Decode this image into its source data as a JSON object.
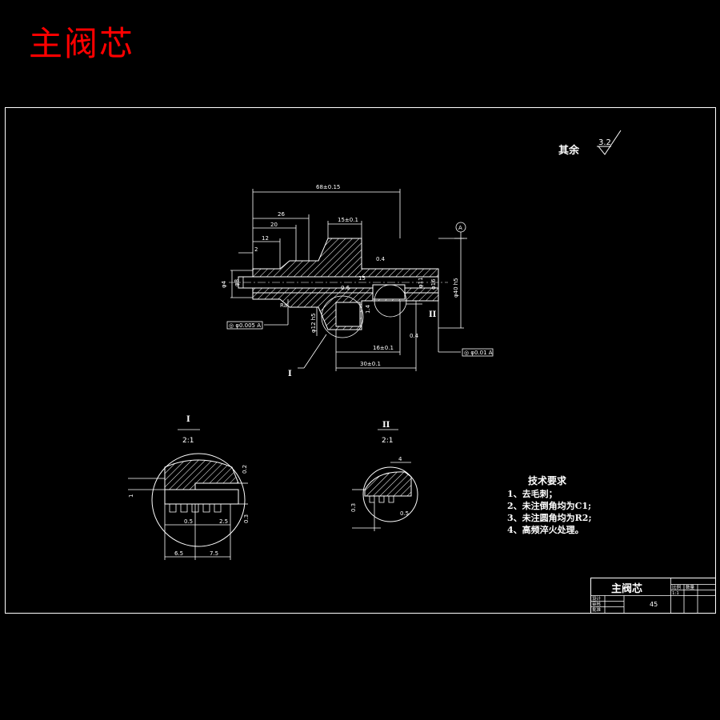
{
  "title": "主阀芯",
  "surface_finish": {
    "label": "其余",
    "value": "3.2"
  },
  "main_view": {
    "dim_overall": "68±0.15",
    "dim_26": "26",
    "dim_20": "20",
    "dim_12": "12",
    "dim_2": "2",
    "dim_15": "15±0.1",
    "dim_16": "16±0.1",
    "dim_30": "30±0.1",
    "dim_d4": "φ4",
    "dim_d8": "φ8",
    "dim_d11": "φ11",
    "dim_d16": "φ16",
    "dim_d40": "φ40 h5",
    "dim_d12": "φ12 h5",
    "dim_ang": "Ra",
    "dim_15b": "15",
    "dim_06": "0.6",
    "dim_04": "0.4",
    "dim_14": "1.4",
    "tol_left": "◎ φ0.005 A",
    "tol_right": "◎ φ0.01 A",
    "datum": "A",
    "label_I": "I",
    "label_II": "II"
  },
  "detail_I": {
    "label": "I",
    "scale": "2:1",
    "dim_1": "1",
    "dim_02": "0.2",
    "dim_03": "0.3",
    "dim_05": "0.5",
    "dim_25": "2.5",
    "dim_65": "6.5",
    "dim_75": "7.5"
  },
  "detail_II": {
    "label": "II",
    "scale": "2:1",
    "dim_4": "4",
    "dim_3": "0.3",
    "dim_05": "0.5"
  },
  "tech_requirements": {
    "heading": "技术要求",
    "items": [
      "1、去毛刺；",
      "2、未注倒角均为C1;",
      "3、未注圆角均为R2;",
      "4、高频淬火处理。"
    ]
  },
  "title_block": {
    "name": "主阀芯",
    "material": "45",
    "row1": "设计",
    "row2": "审核",
    "row3": "批准",
    "col1": "比例",
    "col2": "数量",
    "scale_val": "1:1"
  }
}
